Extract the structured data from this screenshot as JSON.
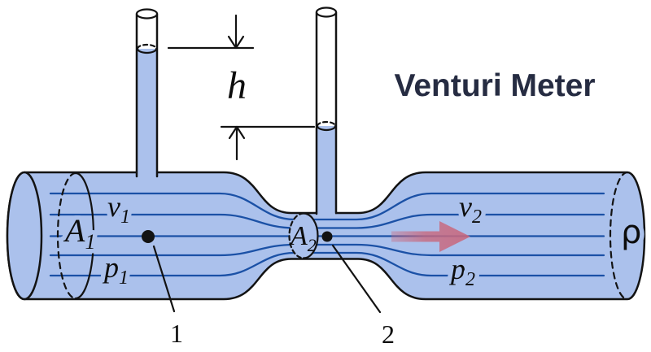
{
  "title": {
    "text": "Venturi Meter"
  },
  "colors": {
    "pipe_fill": "#abc1ec",
    "outline": "#131313",
    "streamline": "#1b51a6",
    "arrow": "#c8697f",
    "label": "#0d0d0d",
    "title": "#262c42"
  },
  "dimension": {
    "h_label": "h"
  },
  "labels": {
    "area1": {
      "base": "A",
      "sub": "1"
    },
    "velocity1": {
      "base": "v",
      "sub": "1"
    },
    "pressure1": {
      "base": "p",
      "sub": "1"
    },
    "area2": {
      "base": "A",
      "sub": "2"
    },
    "velocity2": {
      "base": "v",
      "sub": "2"
    },
    "pressure2": {
      "base": "p",
      "sub": "2"
    },
    "density": "ρ",
    "point1": "1",
    "point2": "2"
  }
}
